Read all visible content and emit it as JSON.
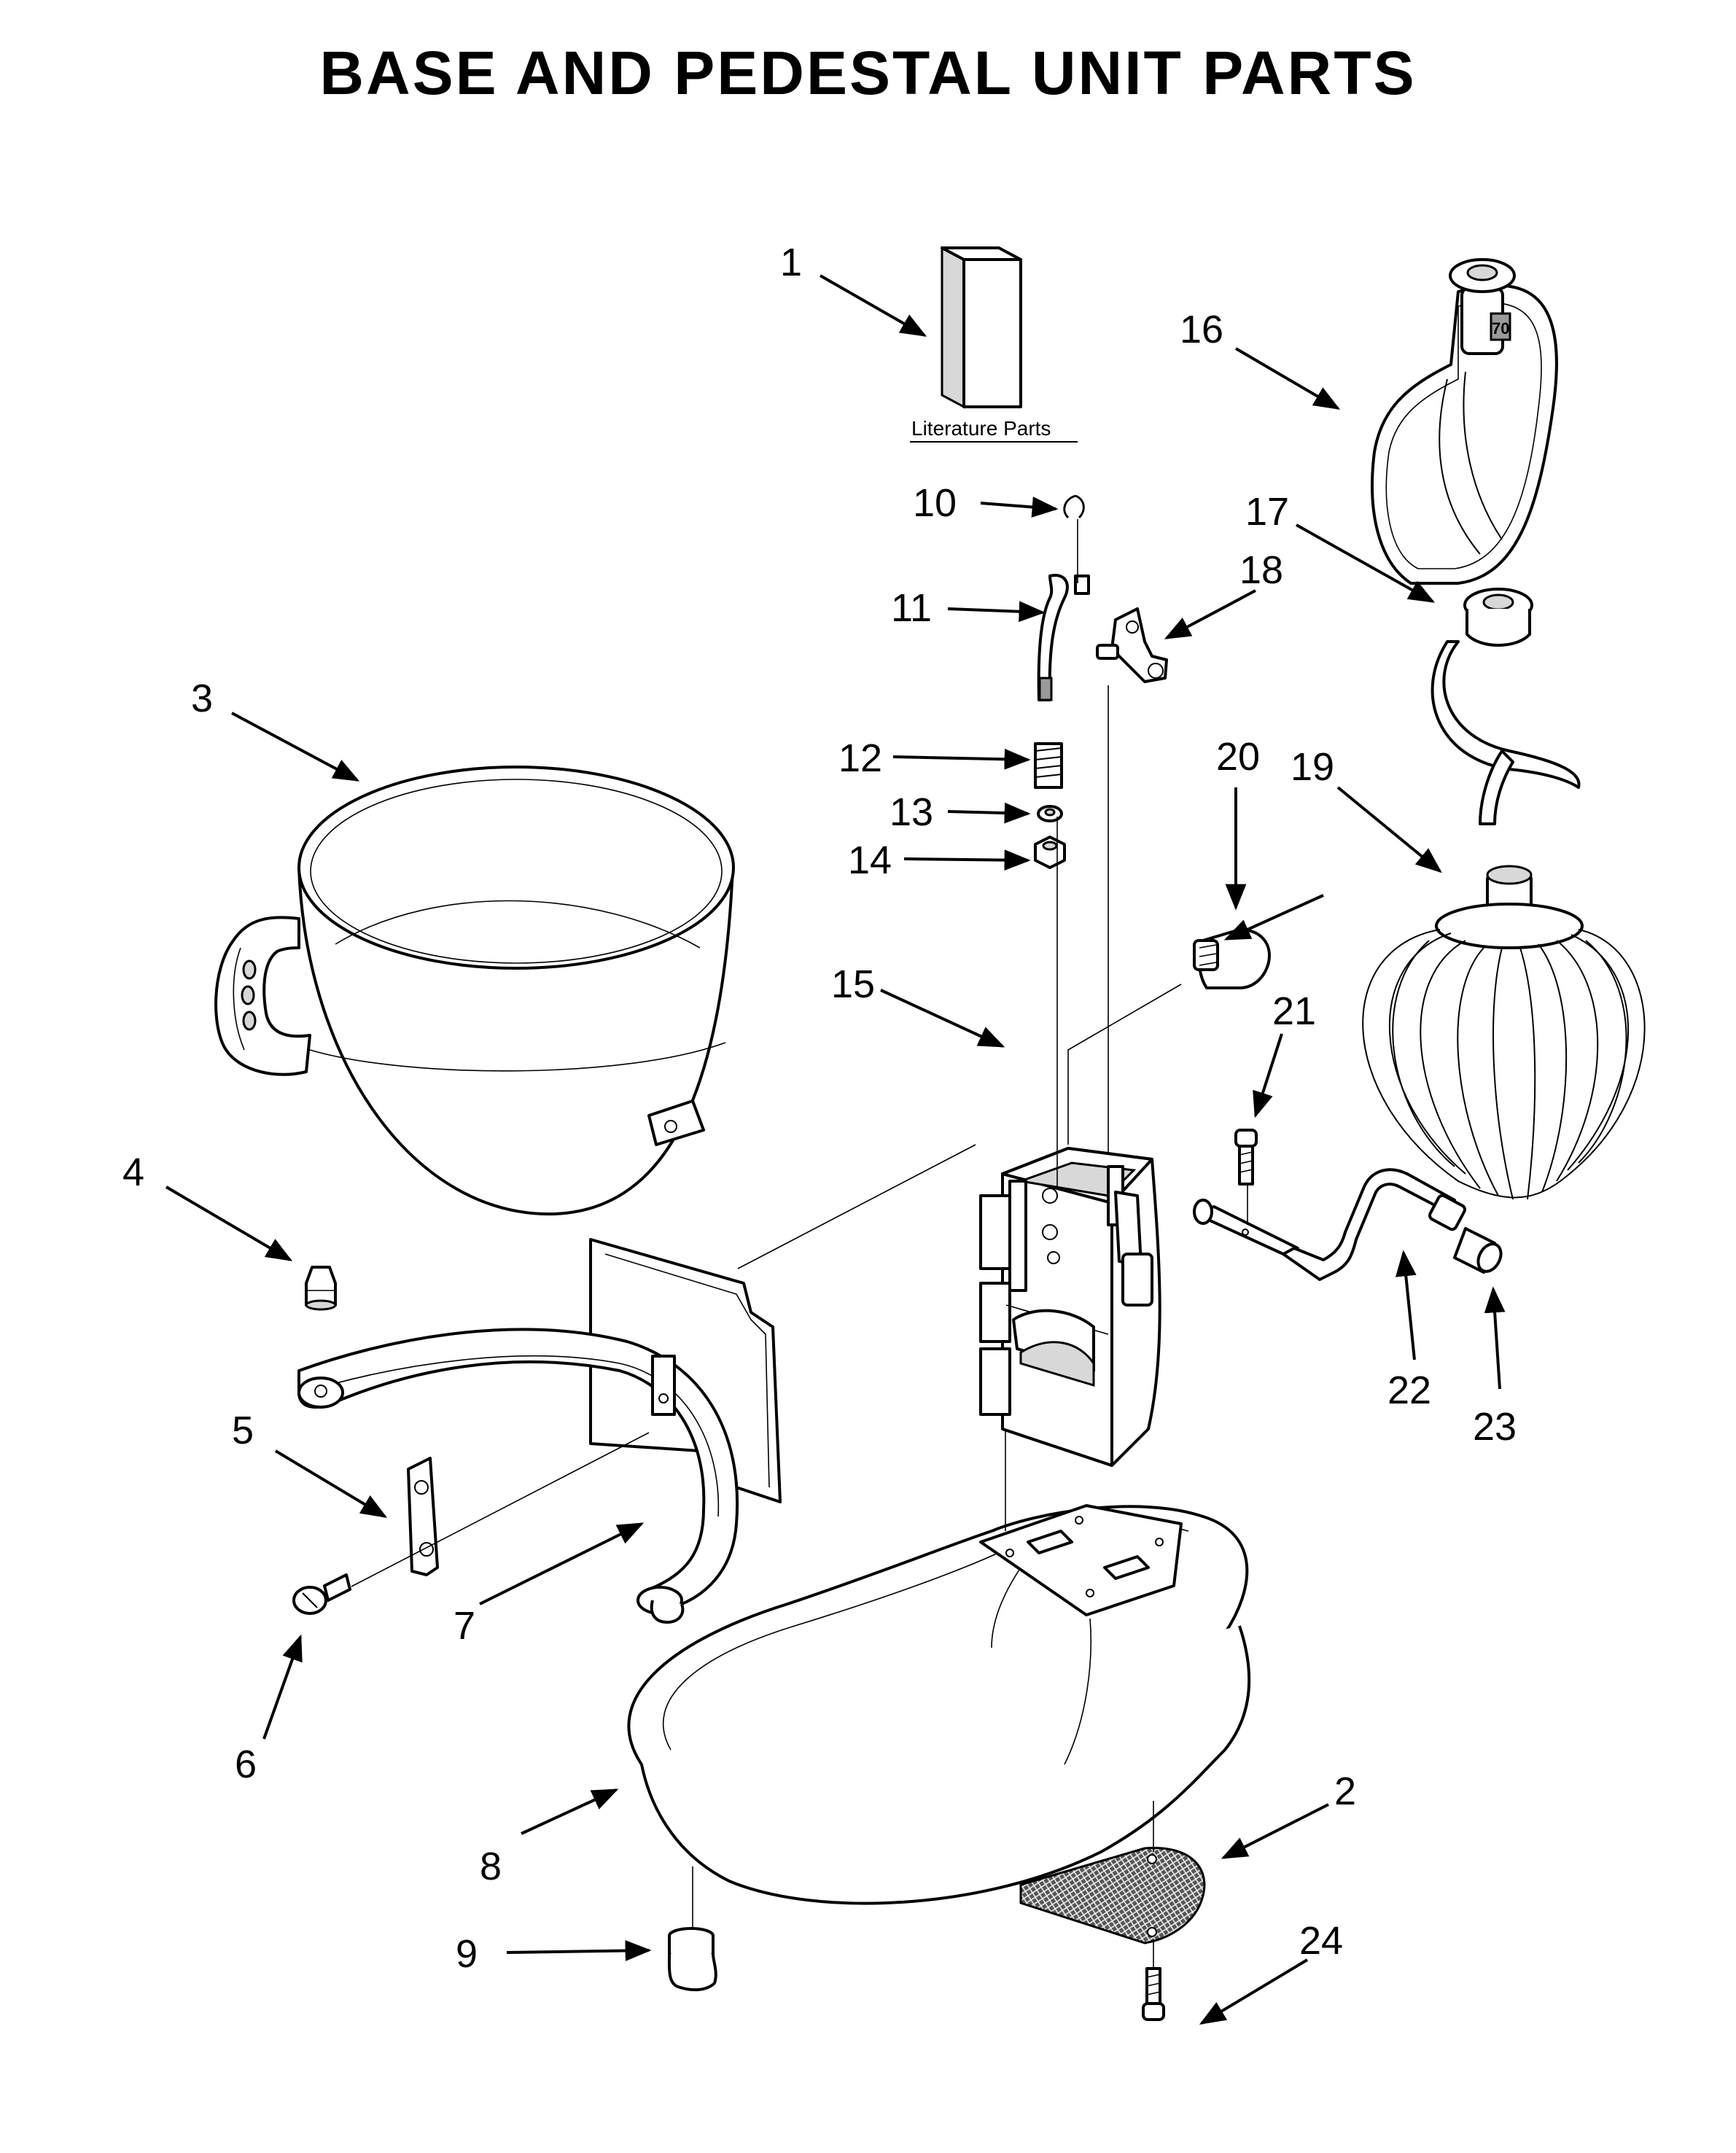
{
  "title": "BASE AND PEDESTAL UNIT PARTS",
  "literature_caption": "Literature Parts",
  "callouts": [
    {
      "id": "1",
      "label": "1"
    },
    {
      "id": "2",
      "label": "2"
    },
    {
      "id": "3",
      "label": "3"
    },
    {
      "id": "4",
      "label": "4"
    },
    {
      "id": "5",
      "label": "5"
    },
    {
      "id": "6",
      "label": "6"
    },
    {
      "id": "7",
      "label": "7"
    },
    {
      "id": "8",
      "label": "8"
    },
    {
      "id": "9",
      "label": "9"
    },
    {
      "id": "10",
      "label": "10"
    },
    {
      "id": "11",
      "label": "11"
    },
    {
      "id": "12",
      "label": "12"
    },
    {
      "id": "13",
      "label": "13"
    },
    {
      "id": "14",
      "label": "14"
    },
    {
      "id": "15",
      "label": "15"
    },
    {
      "id": "16",
      "label": "16"
    },
    {
      "id": "17",
      "label": "17"
    },
    {
      "id": "18",
      "label": "18"
    },
    {
      "id": "19",
      "label": "19"
    },
    {
      "id": "20",
      "label": "20"
    },
    {
      "id": "21",
      "label": "21"
    },
    {
      "id": "22",
      "label": "22"
    },
    {
      "id": "23",
      "label": "23"
    },
    {
      "id": "24",
      "label": "24"
    }
  ],
  "beater_marking": "70"
}
